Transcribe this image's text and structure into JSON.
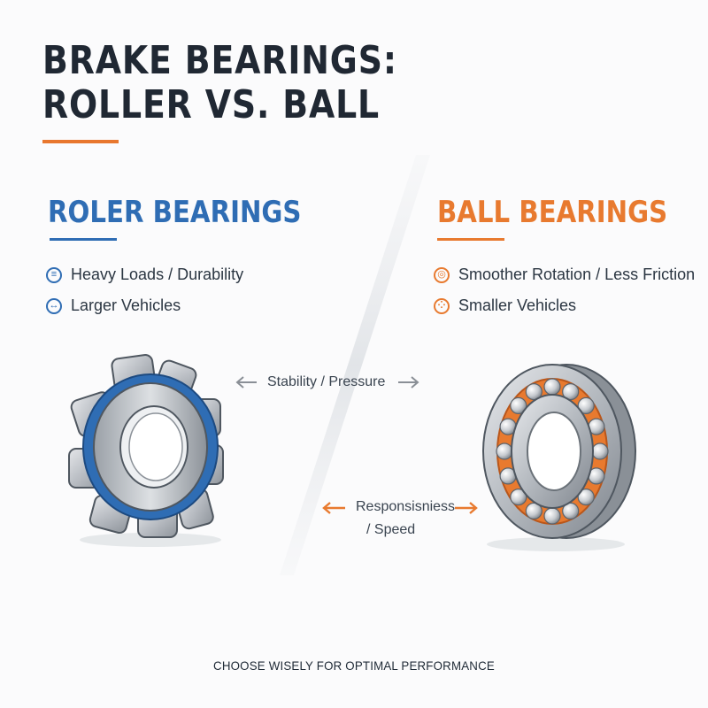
{
  "title": {
    "line1": "BRAKE BEARINGS:",
    "line2": "ROLLER VS. BALL"
  },
  "colors": {
    "accent_orange": "#e8772e",
    "accent_blue": "#2f6db4",
    "title": "#202833"
  },
  "left": {
    "heading": "ROLER BEARINGS",
    "features": [
      {
        "icon": "gauge-icon",
        "text": "Heavy Loads / Durability"
      },
      {
        "icon": "vehicle-icon",
        "text": "Larger Vehicles"
      }
    ]
  },
  "right": {
    "heading": "BALL BEARINGS",
    "features": [
      {
        "icon": "rotation-target-icon",
        "text": "Smoother Rotation / Less Friction"
      },
      {
        "icon": "dots-grid-icon",
        "text": "Smaller Vehicles"
      }
    ]
  },
  "comparisons": [
    {
      "text": "Stability / Pressure",
      "color": "#8a8f96"
    },
    {
      "line1": "Responsisniess",
      "line2": "/ Speed",
      "color": "#e87a2f"
    }
  ],
  "footer": "CHOOSE WISELY FOR OPTIMAL PERFORMANCE"
}
